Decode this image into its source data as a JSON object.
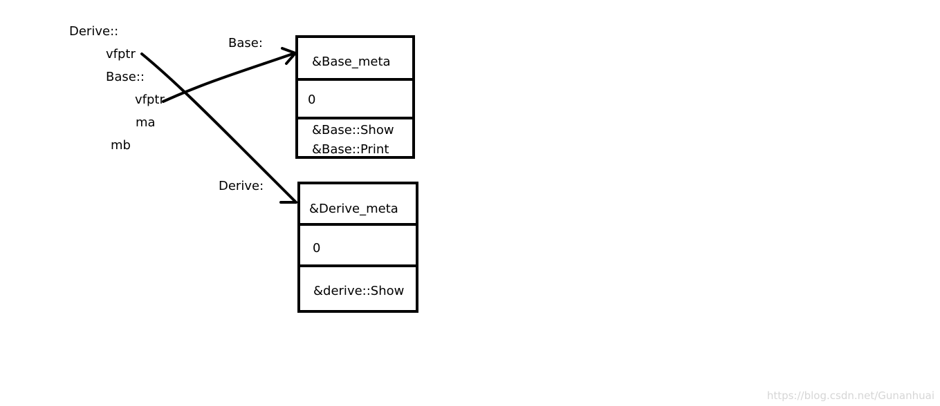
{
  "layout_tree": {
    "root_label": "Derive::",
    "derive_vfptr": "vfptr",
    "base_label": "Base::",
    "base_vfptr": "vfptr",
    "member_a": "ma",
    "member_b": "mb"
  },
  "base_vtable": {
    "title": "Base:",
    "rtti": "&Base_meta",
    "offset": "0",
    "funcs": [
      "&Base::Show",
      "&Base::Print"
    ]
  },
  "derive_vtable": {
    "title": "Derive:",
    "rtti": "&Derive_meta",
    "offset": "0",
    "funcs": [
      "&derive::Show"
    ]
  },
  "watermark": "https://blog.csdn.net/Gunanhuai",
  "colors": {
    "ink": "#000000",
    "background": "#ffffff",
    "watermark": "#d6d6d6"
  }
}
